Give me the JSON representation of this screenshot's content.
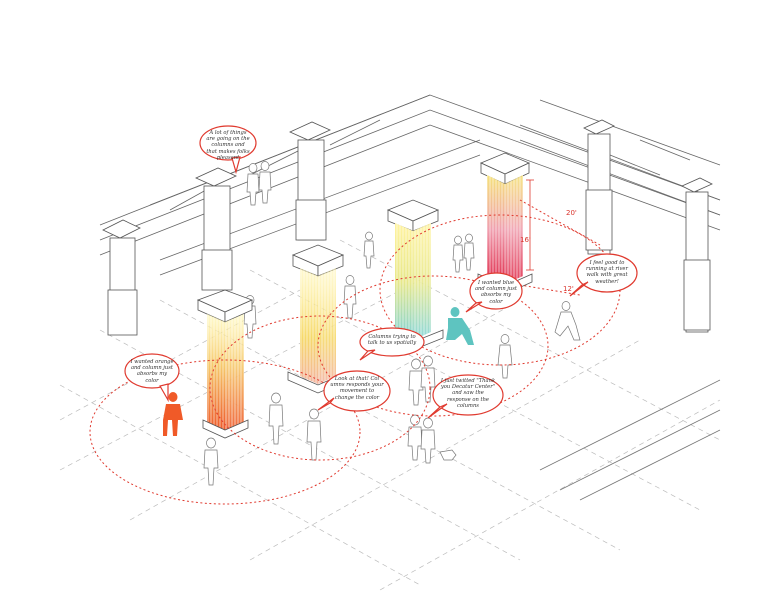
{
  "colors": {
    "accent_red": "#e03a2f",
    "line_gray": "#555555",
    "light_gray": "#bbbbbb",
    "orange_person": "#f05a28",
    "teal_person": "#5ec4c0"
  },
  "bubbles": [
    {
      "id": "b1",
      "text": "A lot of things are going on the columns and that makes folks pleasant"
    },
    {
      "id": "b2",
      "text": "I wanted orange and column just absorbs my color"
    },
    {
      "id": "b3",
      "text": "Look at that! Col umns responds your movement to change the color"
    },
    {
      "id": "b4",
      "text": "Columns trying to talk to us spatially"
    },
    {
      "id": "b5",
      "text": "I wanted blue and column just absorbs my color"
    },
    {
      "id": "b6",
      "text": "I just twitted \"Thank you Decatur Center\" and saw the response on the columns"
    },
    {
      "id": "b7",
      "text": "I feel good to running at river walk with great weather!"
    }
  ],
  "dimensions": {
    "d1": "20'",
    "d2": "16'",
    "d3": "12'"
  }
}
